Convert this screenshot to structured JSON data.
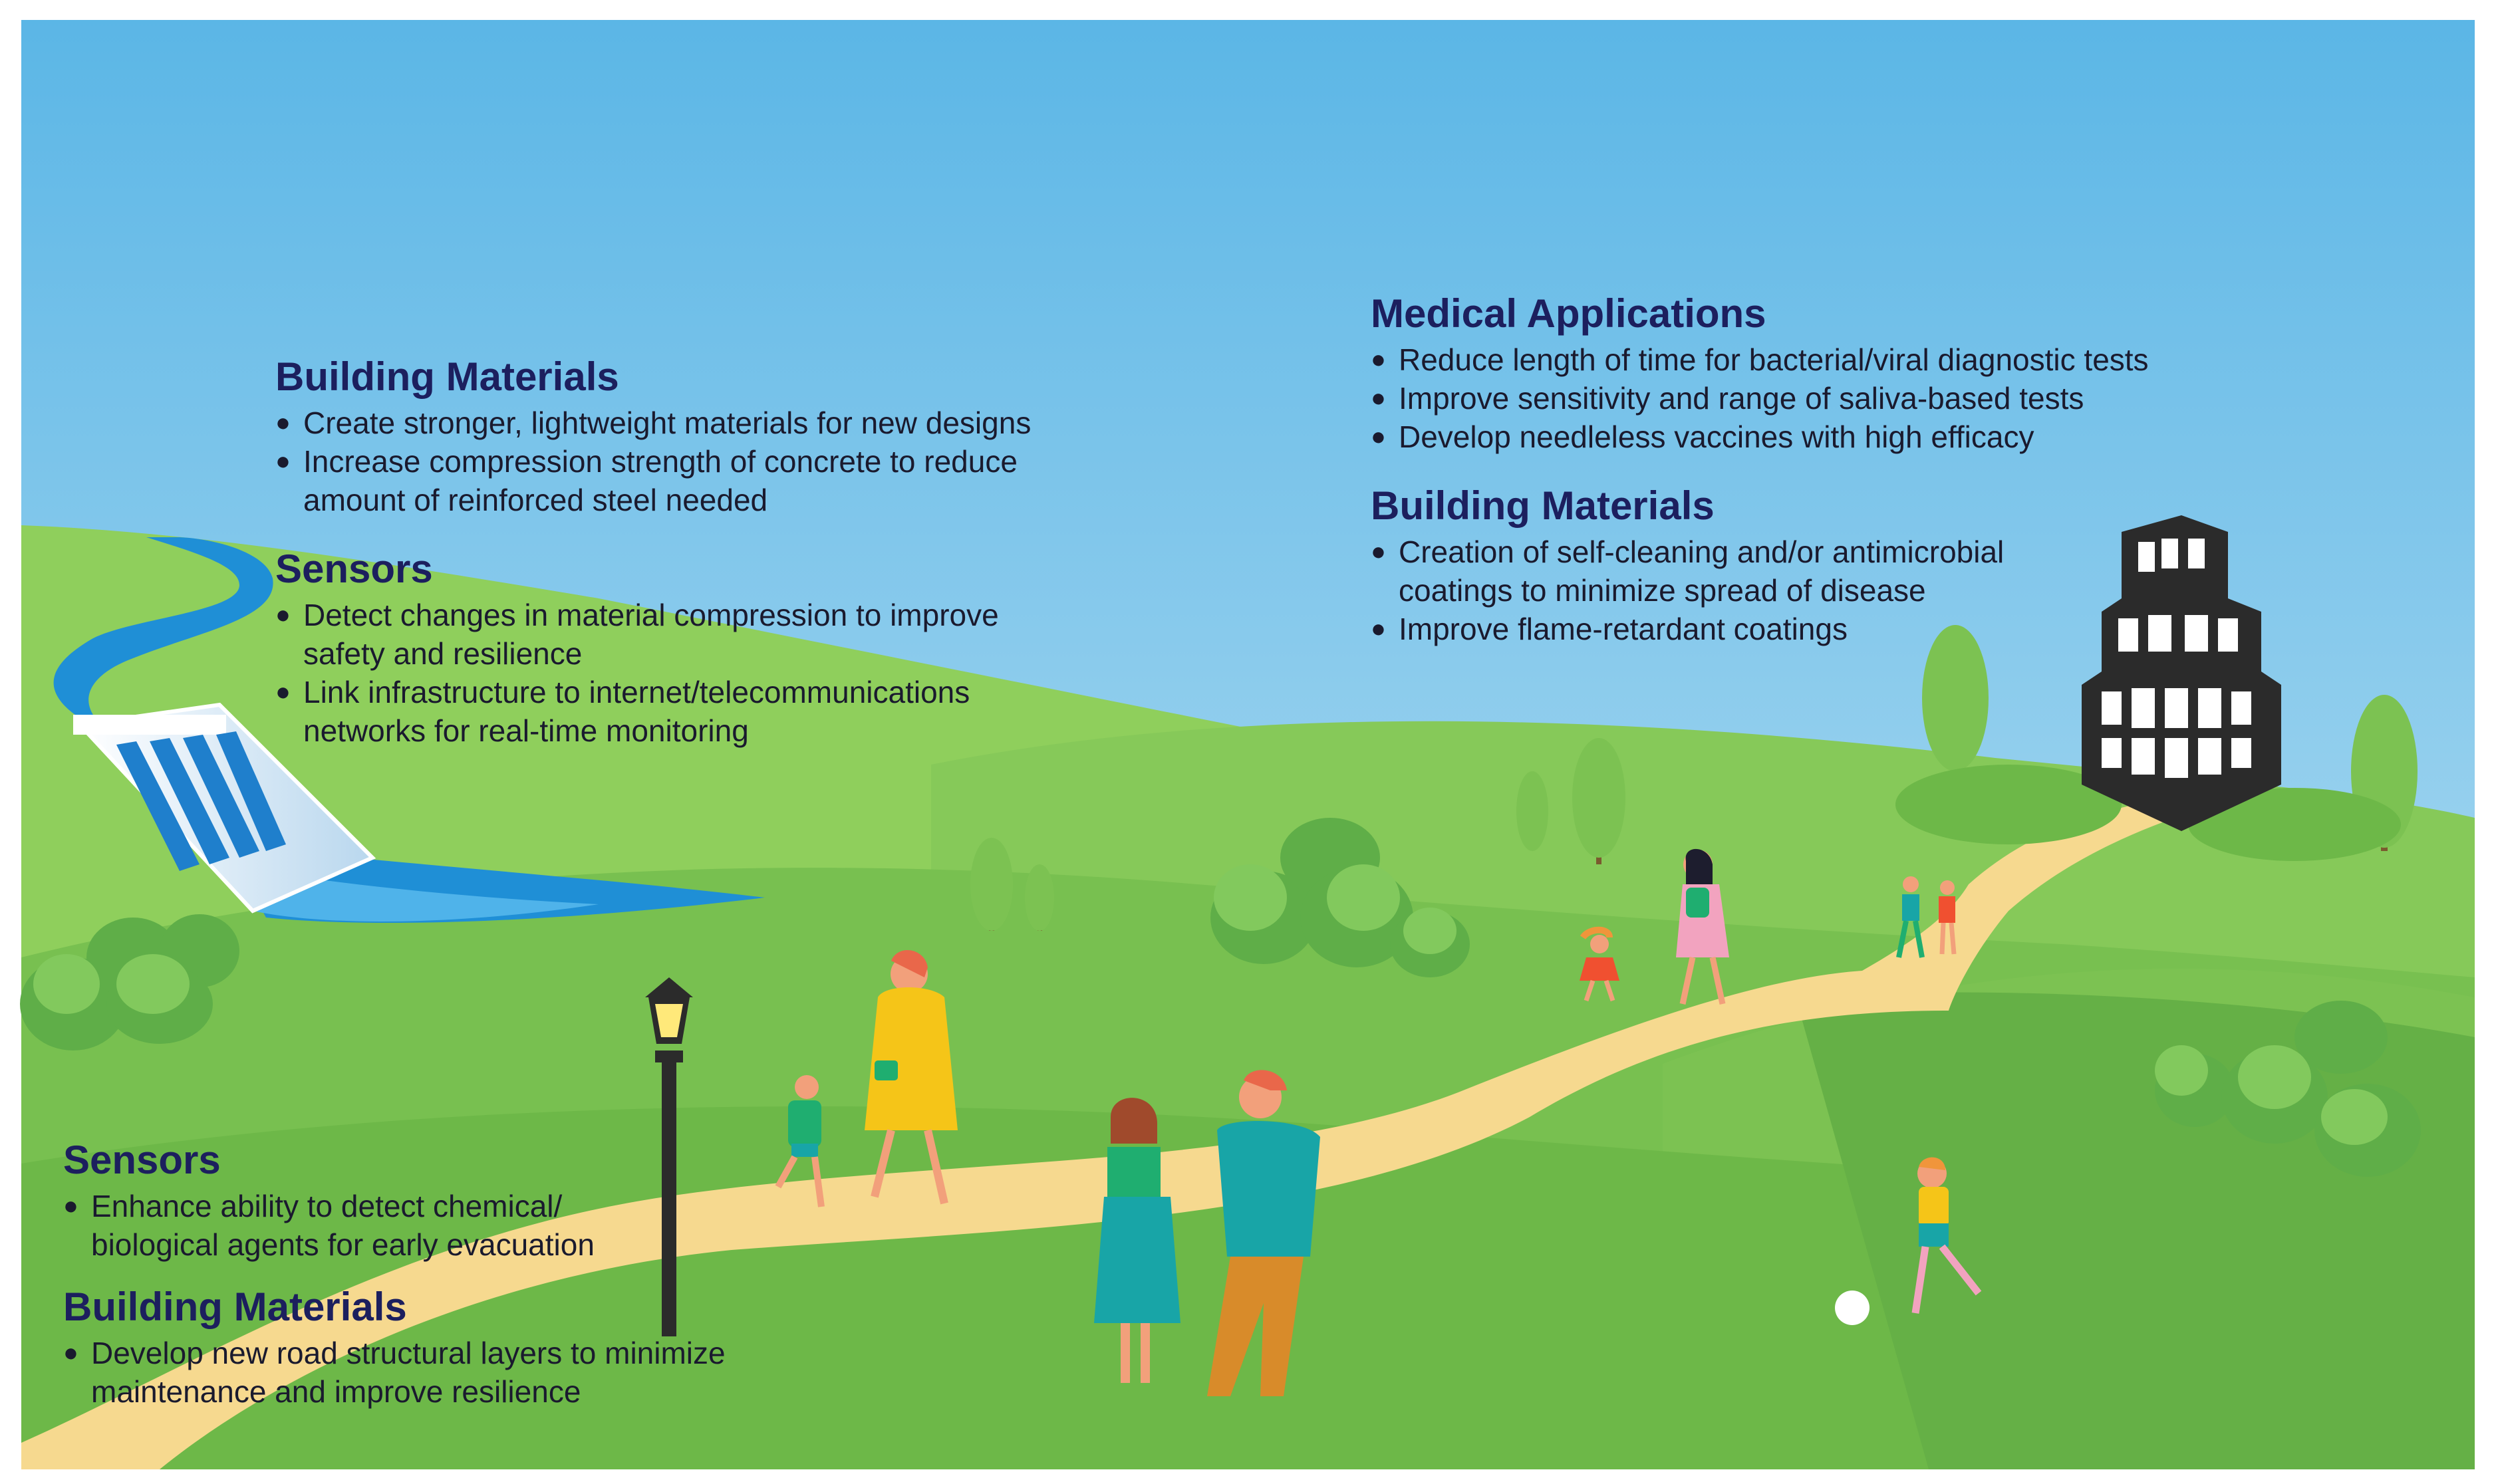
{
  "panels": {
    "upper_left": [
      {
        "heading": "Building Materials",
        "bullets": [
          "Create stronger, lightweight materials for new designs",
          "Increase compression strength of concrete to reduce amount of reinforced steel needed"
        ]
      },
      {
        "heading": "Sensors",
        "bullets": [
          "Detect changes in material compression to improve safety and resilience",
          "Link infrastructure to internet/telecommunications networks for real-time monitoring"
        ]
      }
    ],
    "upper_right": [
      {
        "heading": "Medical Applications",
        "bullets": [
          "Reduce length of time for bacterial/viral diagnostic tests",
          "Improve sensitivity and range of saliva-based tests",
          "Develop needleless vaccines with high efficacy"
        ]
      },
      {
        "heading": "Building Materials",
        "bullets": [
          "Creation of self-cleaning and/or antimicrobial coatings to minimize spread of disease",
          "Improve flame-retardant coatings"
        ]
      }
    ],
    "lower_left": [
      {
        "heading": "Sensors",
        "bullets": [
          "Enhance ability to detect chemical/ biological agents for early evacuation"
        ]
      },
      {
        "heading": "Building Materials",
        "bullets": [
          "Develop new road structural layers to minimize maintenance and improve resilience"
        ]
      }
    ]
  },
  "colors": {
    "sky_top": "#5bb6e6",
    "sky_bottom": "#bfe2f3",
    "hill_light": "#8fcf5c",
    "hill_mid": "#79c152",
    "hill_dark": "#5fae48",
    "path": "#f6d98f",
    "water": "#1f8fd6",
    "building": "#2b2b2b",
    "text_heading": "#1c1f5e"
  },
  "icons": [
    "dam-icon",
    "building-icon",
    "street-lamp-icon",
    "tree-icon",
    "bush-icon",
    "ball-icon",
    "person-icon"
  ]
}
